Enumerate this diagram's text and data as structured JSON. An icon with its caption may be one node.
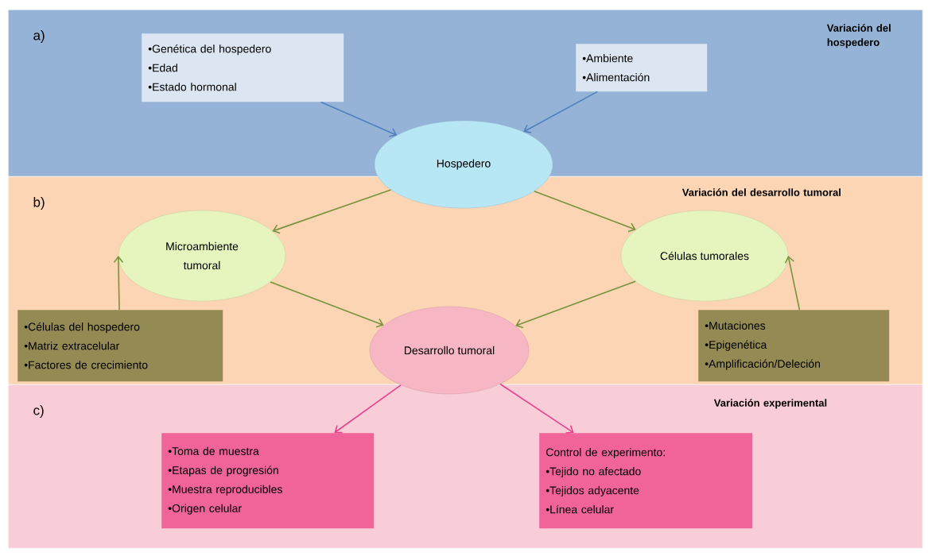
{
  "diagram": {
    "nodes": [
      {
        "text": [
          "a)",
          "Variación del hospedero"
        ]
      },
      {
        "text": [
          "•Genética del hospedero",
          "•Edad",
          "•Estado hormonal"
        ],
        "in": 0
      },
      {
        "text": [
          "•Ambiente",
          "•Alimentación"
        ],
        "in": 0
      },
      {
        "text": [
          "Hospedero"
        ]
      },
      {
        "text": [
          "b)",
          "Variación del desarrollo tumoral"
        ]
      },
      {
        "text": [
          "Microambiente tumoral"
        ],
        "in": 4
      },
      {
        "text": [
          "Células tumorales"
        ],
        "in": 4
      },
      {
        "text": [
          "•Células del hospedero",
          "•Matriz extracelular",
          "•Factores de crecimiento"
        ],
        "in": 4
      },
      {
        "text": [
          "•Mutaciones",
          "•Epigenética",
          "•Amplificación/Deleción"
        ],
        "in": 4
      },
      {
        "text": [
          "Desarrollo tumoral"
        ]
      },
      {
        "text": [
          "c)",
          "Variación experimental"
        ]
      },
      {
        "text": [
          "•Toma de muestra",
          "•Etapas de progresión",
          "•Muestra reproducibles",
          "•Origen celular"
        ],
        "in": 10
      },
      {
        "text": [
          "Control de experimento:",
          "•Tejido no afectado",
          "•Tejidos adyacente",
          "•Línea celular"
        ],
        "in": 10
      }
    ],
    "edges": [
      {
        "from": 1,
        "to": 3,
        "arrow": "to",
        "color": "#4f81bd"
      },
      {
        "from": 2,
        "to": 3,
        "arrow": "to",
        "color": "#4f81bd"
      },
      {
        "from": 3,
        "to": 5,
        "arrow": "to"
      },
      {
        "from": 3,
        "to": 6,
        "arrow": "to"
      },
      {
        "from": 7,
        "to": 5,
        "arrow": "to"
      },
      {
        "from": 8,
        "to": 6,
        "arrow": "to"
      },
      {
        "from": 5,
        "to": 9,
        "arrow": "to"
      },
      {
        "from": 6,
        "to": 9,
        "arrow": "to"
      },
      {
        "from": 9,
        "to": 11,
        "arrow": "to",
        "color": "#e8408a"
      },
      {
        "from": 9,
        "to": 12,
        "arrow": "to",
        "color": "#e8408a"
      }
    ]
  }
}
